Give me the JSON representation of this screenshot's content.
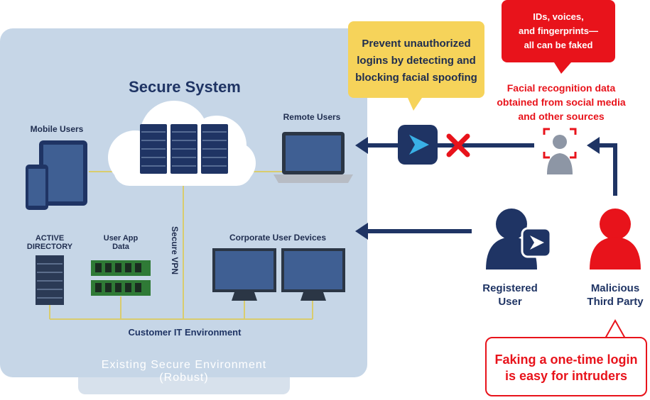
{
  "secure_system": {
    "title": "Secure System",
    "mobile_users": "Mobile Users",
    "remote_users": "Remote Users",
    "active_directory_line1": "ACTIVE",
    "active_directory_line2": "DIRECTORY",
    "user_app_data_line1": "User App",
    "user_app_data_line2": "Data",
    "secure_vpn": "Secure VPN",
    "corporate_user_devices": "Corporate User Devices",
    "customer_it_environment": "Customer IT Environment",
    "existing_env_line1": "Existing Secure Environment",
    "existing_env_line2": "(Robust)"
  },
  "callouts": {
    "prevent_line1": "Prevent unauthorized",
    "prevent_line2": "logins by detecting and",
    "prevent_line3": "blocking facial spoofing",
    "faked_line1": "IDs, voices,",
    "faked_line2": "and fingerprints—",
    "faked_line3": "all can be faked",
    "facial_line1": "Facial recognition data",
    "facial_line2": "obtained from social media",
    "facial_line3": "and other sources",
    "onetime_line1": "Faking a one-time login",
    "onetime_line2": "is easy for intruders"
  },
  "actors": {
    "registered_line1": "Registered",
    "registered_line2": "User",
    "malicious_line1": "Malicious",
    "malicious_line2": "Third Party"
  },
  "colors": {
    "panel": "#c5d5e6",
    "navy": "#1f3464",
    "red": "#e8131b",
    "yellow": "#f6d35a",
    "gray_person": "#8d96a5",
    "connector": "#d8c86a"
  }
}
